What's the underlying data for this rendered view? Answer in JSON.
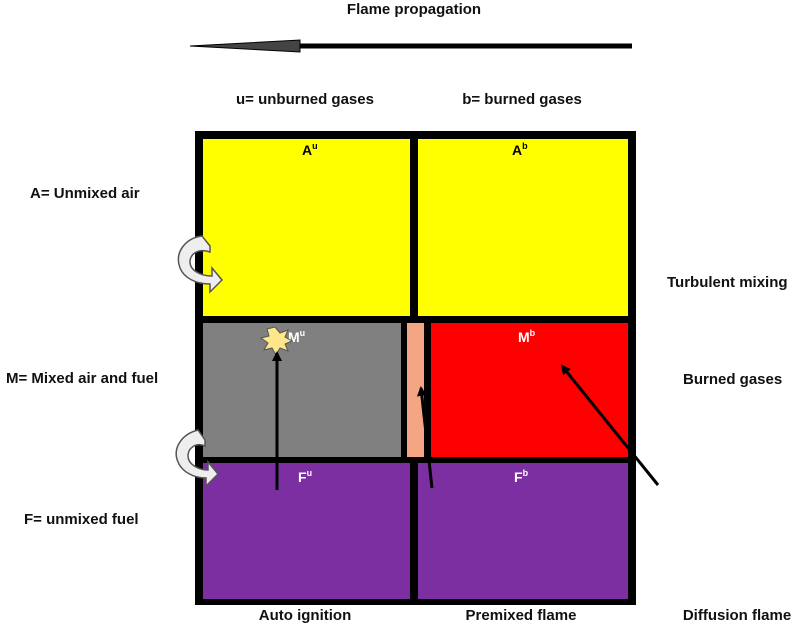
{
  "title": "Flame propagation",
  "column_headers": {
    "left": "u= unburned gases",
    "right": "b= burned gases"
  },
  "row_labels": {
    "air": "A= Unmixed air",
    "mixed": "M= Mixed air and fuel",
    "fuel": "F= unmixed fuel"
  },
  "side_labels": {
    "turbulent": "Turbulent mixing",
    "burned": "Burned gases"
  },
  "cells": {
    "a_unburned": {
      "base": "A",
      "sup": "u"
    },
    "a_burned": {
      "base": "A",
      "sup": "b"
    },
    "m_unburned": {
      "base": "M",
      "sup": "u"
    },
    "m_burned": {
      "base": "M",
      "sup": "b"
    },
    "f_unburned": {
      "base": "F",
      "sup": "u"
    },
    "f_burned": {
      "base": "F",
      "sup": "b"
    }
  },
  "bottom_labels": {
    "auto": "Auto ignition",
    "premixed": "Premixed flame",
    "diffusion": "Diffusion flame"
  },
  "colors": {
    "air": "#ffff00",
    "mixed_unburned": "#808080",
    "flame_front": "#f4a582",
    "mixed_burned": "#ff0000",
    "fuel": "#7b2fa0",
    "burned_label": "#e8101a",
    "auto_label": "#e8101a",
    "diffusion_label": "#1010d0",
    "spark": "#fde78a"
  }
}
